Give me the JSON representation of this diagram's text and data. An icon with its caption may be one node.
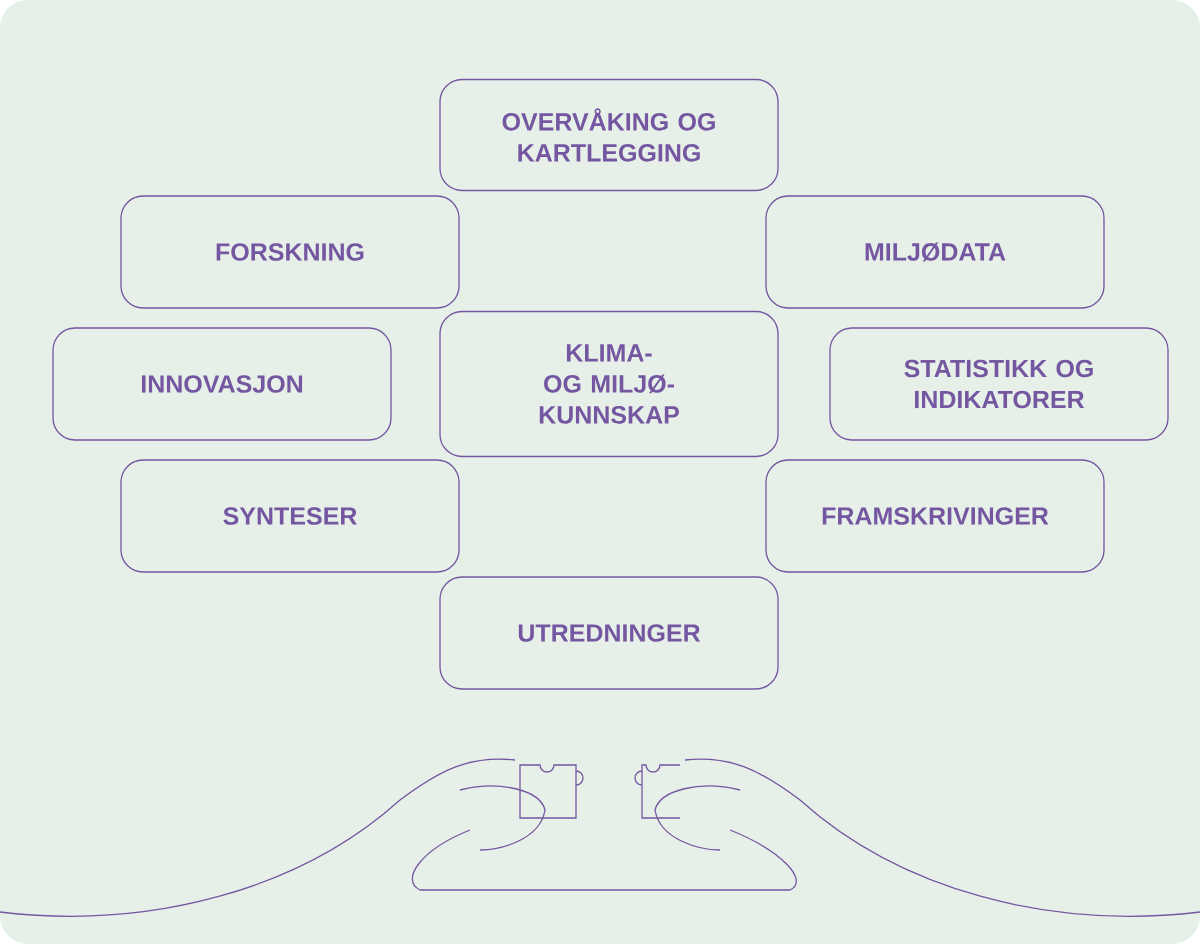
{
  "diagram": {
    "nodes": [
      {
        "text": [
          "OVERVÅKING OG KARTLEGGING"
        ]
      },
      {
        "text": [
          "FORSKNING"
        ]
      },
      {
        "text": [
          "MILJØDATA"
        ]
      },
      {
        "text": [
          "INNOVASJON"
        ]
      },
      {
        "text": [
          "KLIMA- OG MILJØ- KUNNSKAP"
        ]
      },
      {
        "text": [
          "STATISTIKK OG INDIKATORER"
        ]
      },
      {
        "text": [
          "SYNTESER"
        ]
      },
      {
        "text": [
          "FRAMSKRIVINGER"
        ]
      },
      {
        "text": [
          "UTREDNINGER"
        ]
      }
    ],
    "edges": []
  }
}
